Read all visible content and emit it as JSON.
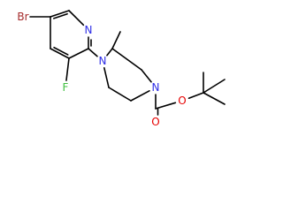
{
  "atoms": {
    "br": {
      "label": "Br",
      "color": "#a52a2a"
    },
    "f": {
      "label": "F",
      "color": "#3fbf3f"
    },
    "n_pyridine": {
      "label": "N",
      "color": "#2e2ee6"
    },
    "n_piperazine_1": {
      "label": "N",
      "color": "#2e2ee6"
    },
    "n_piperazine_4": {
      "label": "N",
      "color": "#2e2ee6"
    },
    "o_ether": {
      "label": "O",
      "color": "#e60000"
    },
    "o_carbonyl": {
      "label": "O",
      "color": "#e60000"
    }
  }
}
